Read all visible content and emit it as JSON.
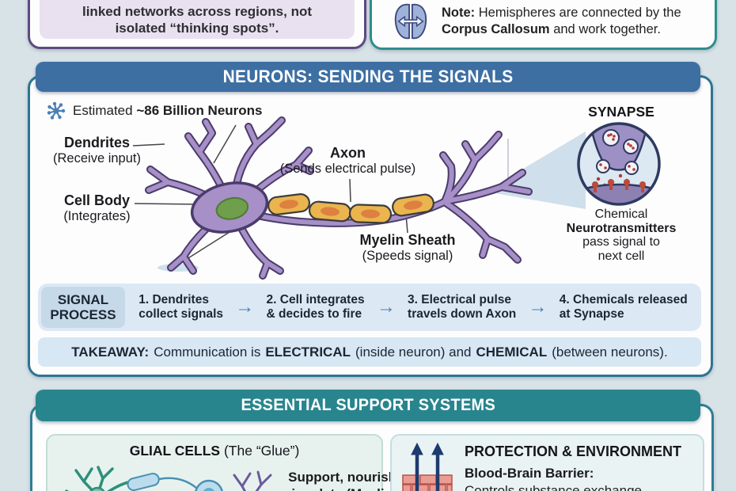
{
  "colors": {
    "page_bg": "#d8e3e8",
    "header_blue": "#3d6fa3",
    "support_teal": "#28858e",
    "main_border": "#2e7491",
    "purple_border": "#5d4a80",
    "note_border": "#2f8d8d",
    "neuron_purple": "#a78fc7",
    "neuron_outline": "#4a3c6b",
    "nucleus_green": "#6f9e4c",
    "myelin_yellow": "#eab54e",
    "myelin_core_orange": "#dd8040",
    "synapse_navy": "#2e3a5f",
    "receptor_red": "#bf4a38",
    "signal_bar_bg": "#dce9f4",
    "arrow_blue": "#4a7fb5"
  },
  "top_left_card": {
    "line1": "linked networks across regions, not",
    "line2": "isolated “thinking spots”."
  },
  "top_right_card": {
    "note_label": "Note:",
    "line1_rest": "Hemispheres are connected by the",
    "line2_bold": "Corpus Callosum",
    "line2_rest": "and work together."
  },
  "neurons": {
    "title": "NEURONS: SENDING THE SIGNALS",
    "estimate_prefix": "Estimated",
    "estimate_bold": "~86 Billion Neurons",
    "dendrites_label": "Dendrites",
    "dendrites_sub": "(Receive input)",
    "cell_body_label": "Cell Body",
    "cell_body_sub": "(Integrates)",
    "axon_label": "Axon",
    "axon_sub": "(Sends electrical pulse)",
    "myelin_label": "Myelin Sheath",
    "myelin_sub": "(Speeds signal)",
    "synapse_label": "SYNAPSE",
    "synapse_caption_1": "Chemical",
    "synapse_caption_2": "Neurotransmitters",
    "synapse_caption_3": "pass signal to",
    "synapse_caption_4": "next cell",
    "signal_process": {
      "label_1": "SIGNAL",
      "label_2": "PROCESS",
      "arrow": "→",
      "steps": [
        {
          "l1": "1. Dendrites",
          "l2": "collect signals"
        },
        {
          "l1": "2. Cell integrates",
          "l2": "& decides to fire"
        },
        {
          "l1": "3. Electrical pulse",
          "l2": "travels down Axon"
        },
        {
          "l1": "4. Chemicals released",
          "l2": "at Synapse"
        }
      ]
    },
    "takeaway": {
      "label": "TAKEAWAY:",
      "t1": "Communication is",
      "b1": "ELECTRICAL",
      "t2": "(inside neuron) and",
      "b2": "CHEMICAL",
      "t3": "(between neurons)."
    }
  },
  "support": {
    "title": "ESSENTIAL SUPPORT SYSTEMS",
    "glial": {
      "title_bold": "GLIAL CELLS",
      "title_rest": "(The “Glue”)",
      "desc_1": "Support, nourish,",
      "desc_2": "insulate (Myelin)"
    },
    "protection": {
      "title": "PROTECTION & ENVIRONMENT",
      "sub_bold": "Blood-Brain Barrier:",
      "desc": "Controls substance exchange"
    }
  }
}
